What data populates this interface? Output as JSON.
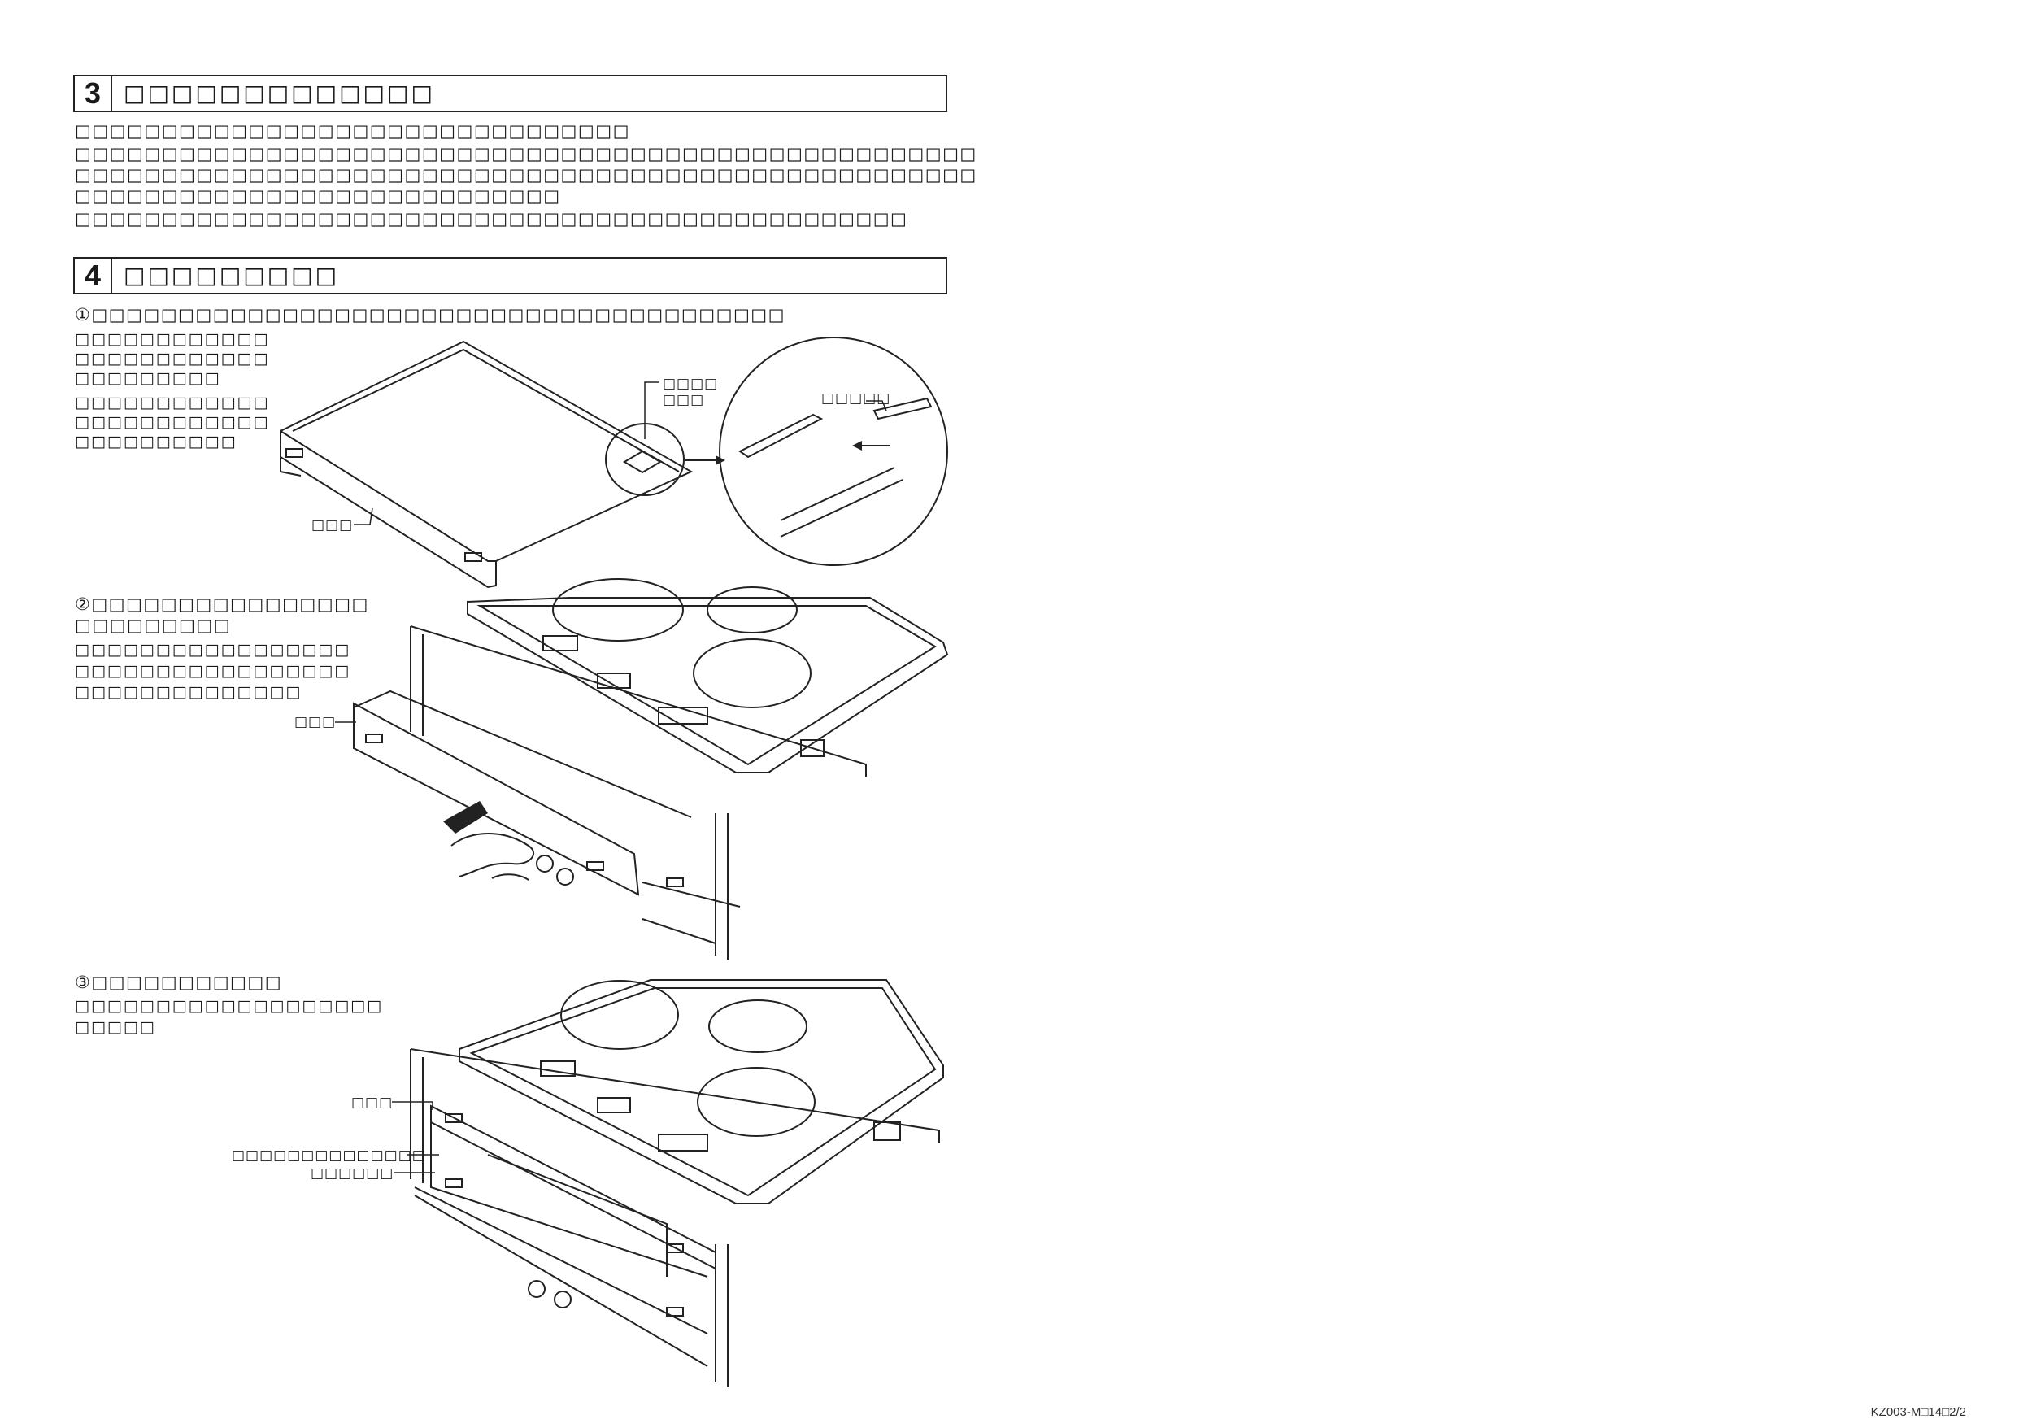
{
  "section3": {
    "number": "3",
    "title": "□□□□□□□□□□□□□",
    "paragraphs": [
      "□□□□□□□□□□□□□□□□□□□□□□□□□□□□□□□□",
      "□□□□□□□□□□□□□□□□□□□□□□□□□□□□□□□□□□□□□□□□□□□□□□□□□□□□",
      "□□□□□□□□□□□□□□□□□□□□□□□□□□□□□□□□□□□□□□□□□□□□□□□□□□□□",
      "□□□□□□□□□□□□□□□□□□□□□□□□□□□□",
      "□□□□□□□□□□□□□□□□□□□□□□□□□□□□□□□□□□□□□□□□□□□□□□□□"
    ]
  },
  "section4": {
    "number": "4",
    "title": "□□□□□□□□□",
    "step1": {
      "heading": "①□□□□□□□□□□□□□□□□□□□□□□□□□□□□□□□□□□□□□□□□",
      "note1": [
        "□□□□□□□□□□□□",
        "□□□□□□□□□□□□",
        "□□□□□□□□□"
      ],
      "note2": [
        "□□□□□□□□□□□□",
        "□□□□□□□□□□□□",
        "□□□□□□□□□□"
      ],
      "labels": {
        "cover": "□□□",
        "sheet": "□□□□",
        "sheet2": "□□□",
        "tape": "□□□□□"
      }
    },
    "step2": {
      "heading": [
        "②□□□□□□□□□□□□□□□□",
        "□□□□□□□□□"
      ],
      "body": [
        "□□□□□□□□□□□□□□□□□",
        "□□□□□□□□□□□□□□□□□",
        "□□□□□□□□□□□□□□"
      ],
      "labels": {
        "cover": "□□□"
      }
    },
    "step3": {
      "heading": "③□□□□□□□□□□□",
      "body": [
        "□□□□□□□□□□□□□□□□□□□",
        "□□□□□"
      ],
      "labels": {
        "cover": "□□□",
        "screw": "□□□□□□□□□□□□□□",
        "bracket": "□□□□□□"
      }
    }
  },
  "footer": {
    "code": "KZ003-M□14□2/2"
  }
}
